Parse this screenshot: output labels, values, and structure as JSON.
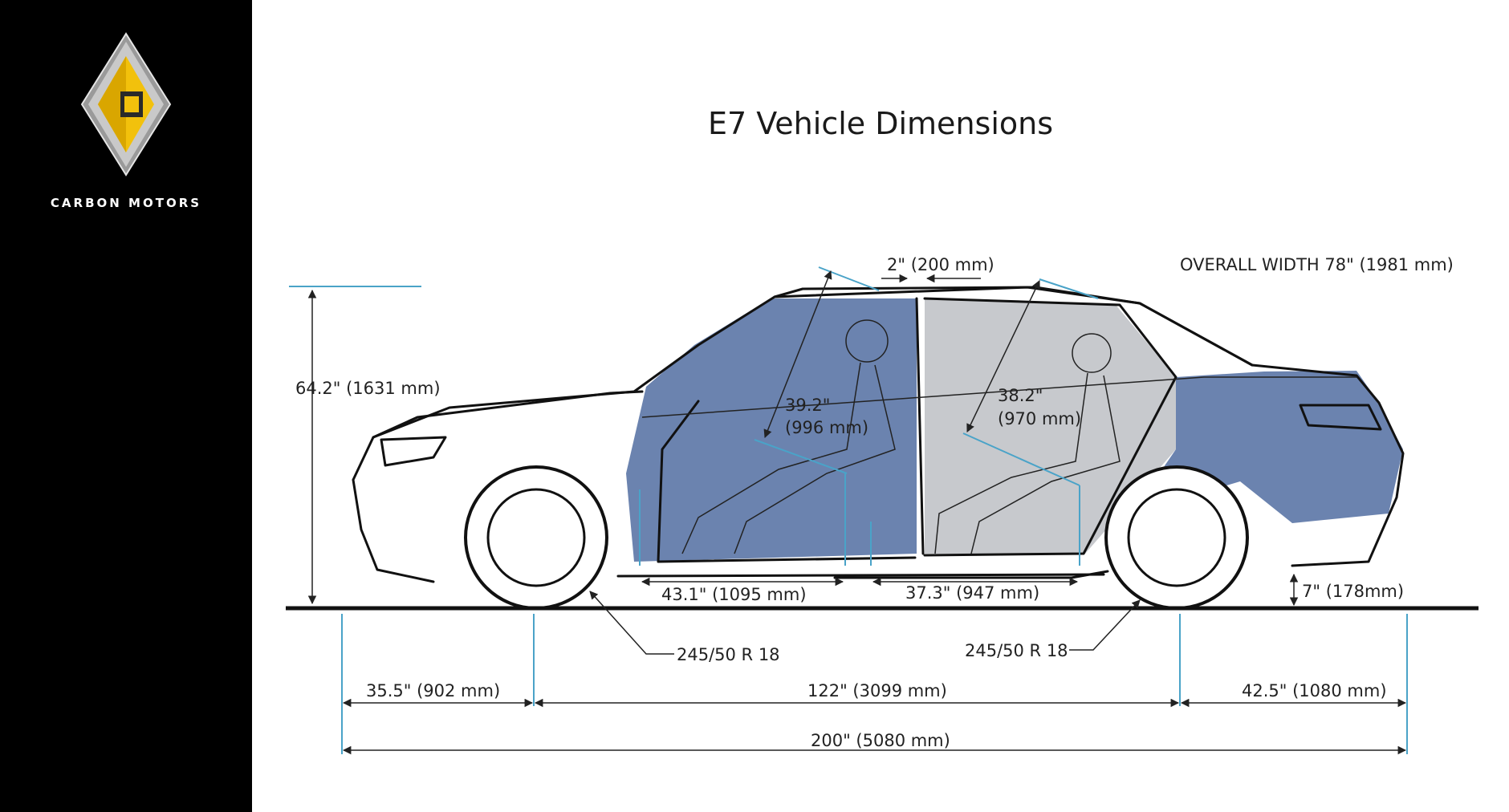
{
  "brand": {
    "name": "CARBON MOTORS",
    "colors": {
      "gold": "#f2c10c",
      "silver": "#b8b8b8",
      "black": "#000000"
    }
  },
  "title": "E7 Vehicle Dimensions",
  "colors": {
    "interior_blue": "#5e78a8",
    "interior_gray": "#c4c6ca",
    "guide": "#4aa3c8"
  },
  "labels": {
    "roof_gap": "2\"  (200 mm)",
    "overall_width": "OVERALL WIDTH  78\"  (1981 mm)",
    "height": "64.2\"  (1631 mm)",
    "front_headroom_in": "39.2\"",
    "front_headroom_mm": "(996 mm)",
    "rear_headroom_in": "38.2\"",
    "rear_headroom_mm": "(970 mm)",
    "front_legroom": "43.1\"  (1095 mm)",
    "rear_legroom": "37.3\"  (947 mm)",
    "ground_clearance": "7\"  (178mm)",
    "front_tire": "245/50 R 18",
    "rear_tire": "245/50 R 18",
    "front_overhang": "35.5\"  (902 mm)",
    "wheelbase": "122\"  (3099 mm)",
    "rear_overhang": "42.5\"  (1080 mm)",
    "overall_length": "200\"  (5080 mm)"
  }
}
